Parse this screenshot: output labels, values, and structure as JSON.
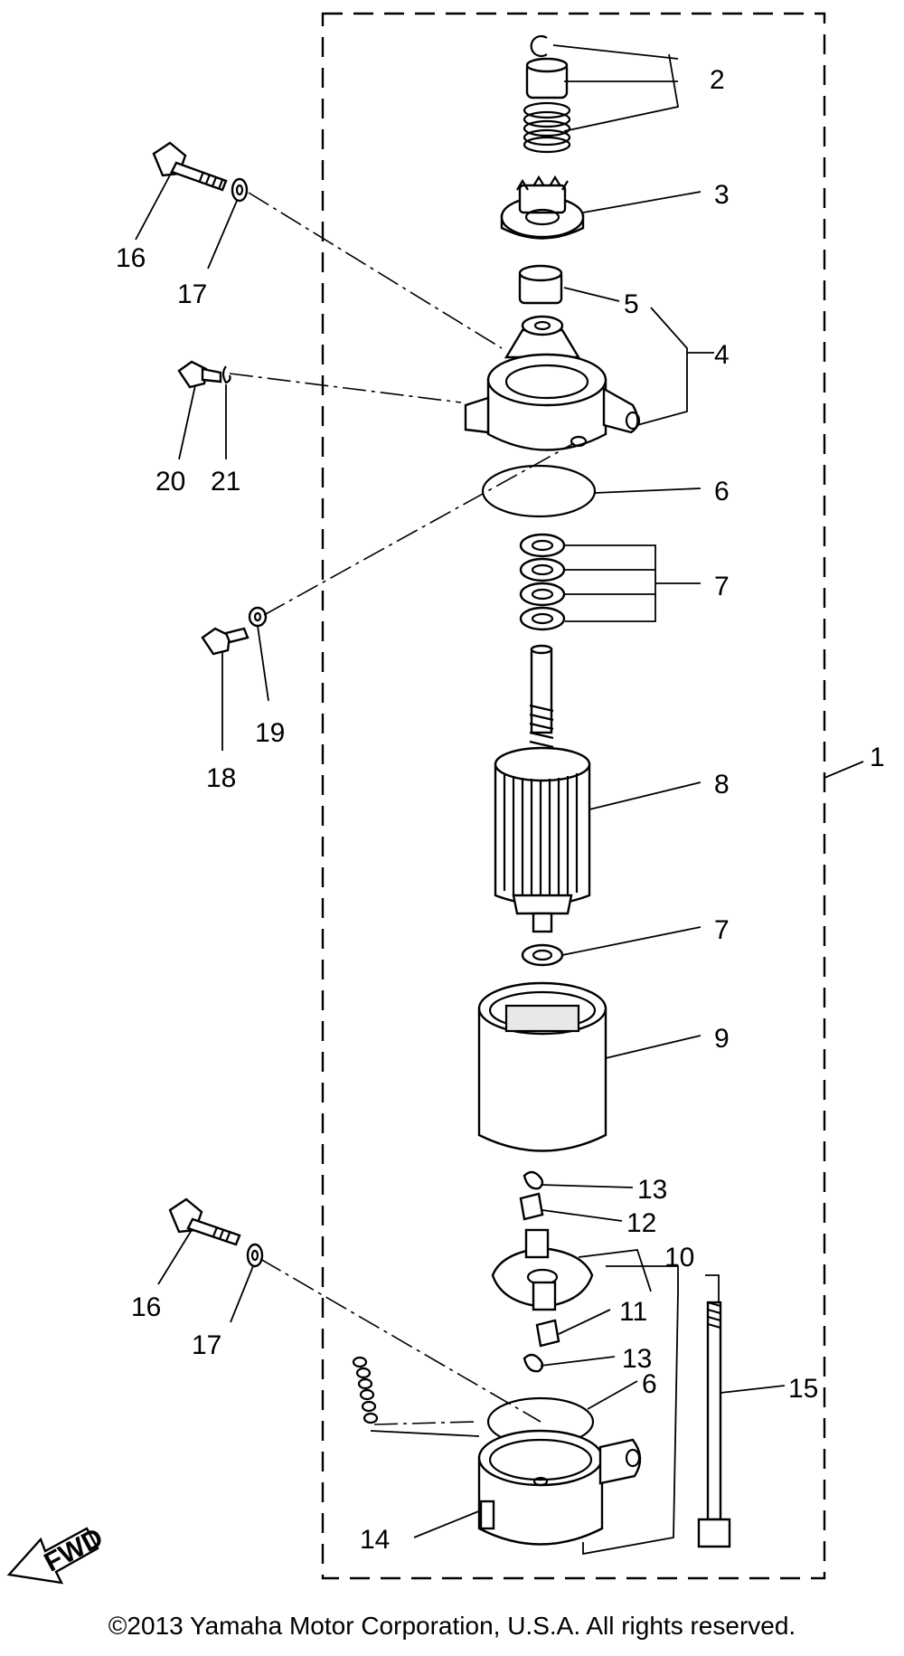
{
  "callouts": {
    "c1": "1",
    "c2": "2",
    "c3": "3",
    "c4": "4",
    "c5": "5",
    "c6a": "6",
    "c6b": "6",
    "c7a": "7",
    "c7b": "7",
    "c8": "8",
    "c9": "9",
    "c10": "10",
    "c11": "11",
    "c12": "12",
    "c13a": "13",
    "c13b": "13",
    "c14": "14",
    "c15": "15",
    "c16a": "16",
    "c16b": "16",
    "c17a": "17",
    "c17b": "17",
    "c18": "18",
    "c19": "19",
    "c20": "20",
    "c21": "21"
  },
  "fwd_label": "FWD",
  "copyright": "©2013 Yamaha Motor Corporation, U.S.A. All rights reserved."
}
